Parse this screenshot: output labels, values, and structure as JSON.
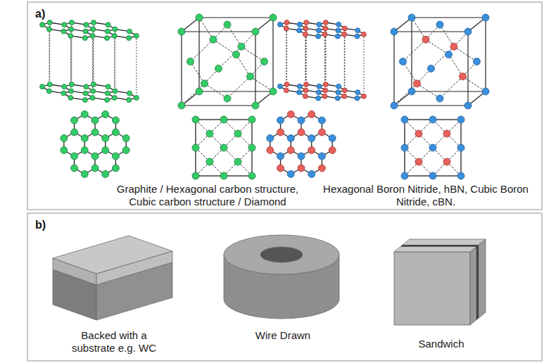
{
  "diagram": {
    "nodes": [
      {
        "text": [
          "a)",
          "Graphite / Hexagonal carbon structure, Cubic carbon structure / Diamond",
          "Hexagonal Boron Nitride, hBN, Cubic Boron Nitride, cBN."
        ]
      },
      {
        "text": [
          "b)",
          "Backed with a substrate e.g. WC",
          "Wire Drawn",
          "Sandwich"
        ]
      }
    ]
  }
}
